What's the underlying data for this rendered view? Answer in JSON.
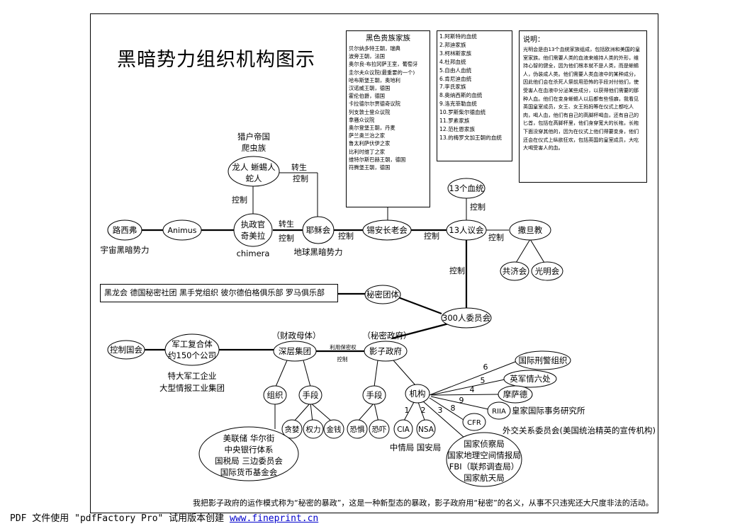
{
  "title": "黑暗势力组织机构图示",
  "families": {
    "heading": "黑色贵族家族",
    "items": [
      "贝尔纳多特王朝，瑞典",
      "波旁王朝，法国",
      "奥尔良-布拉冈萨王室，葡萄牙",
      "圭尔夫众议院(最重要的一个)",
      "哈布斯堡王朝，奥地利",
      "汉诺威王朝，德国",
      "霍伦伯爵，德国",
      "卡拉德尔尔贾德奇议院",
      "列支敦士登众议院",
      "拿骚众议院",
      "奥尔登堡王朝，丹麦",
      "萨兰奥兰治之家",
      "鲁太利萨伏伊之家",
      "比利时维丁之家",
      "维特尔斯巴赫王朝，德国",
      "符腾堡王朝，德国"
    ]
  },
  "bloodlines": [
    "1.阿斯特的血统",
    "2.邦迪家族",
    "3.柯林斯家族",
    "4.杜邦血统",
    "5.自由人血统",
    "6.肯尼迪血统",
    "7.李氏家族",
    "8.奥纳西斯的血统",
    "9.洛克菲勒血统",
    "10.罗斯柴尔德血统",
    "11.罗素家族",
    "12.范杜恩家族",
    "13.的梅罗文加王朝的血统"
  ],
  "note": {
    "heading": "说明：",
    "body": "光明会是由13个血统家族组成，包括欧洲和美国的皇室家族。他们需要人类的血液来维持人类的外形，维持心智的健全，因为他们根本就不是人类，而是蜥蜴人，伪装成人类。他们需要人类血液中的某种成分，因此他们会在杀死人祭前用恐怖的手段对付他们，使受害人在血液中分泌某些成分，以获得他们需要的那种人血。他们在变身蜥蜴人以后都有些怪癖，我看见英国皇室成员，女王、女王妈妈等在仪式上都吃人肉，喝人血，他们有自己的高脚杯喝血，还有自己的匕首，包括在高脚杯里，他们身穿宽大的长袍，长袍下面没穿其他的，因为在仪式上他们得要变身，他们还会在仪式上纵欲狂欢，包括英国的皇室成员，大吃大喝受害人的血。"
  },
  "nodes": {
    "lucifer": "路西弗",
    "universe": "宇宙黑暗势力",
    "animus": "Animus",
    "reptile_l1": "龙人  蜥蜴人",
    "reptile_l2": "蛇人",
    "hunter_l1": "猎户帝国",
    "hunter_l2": "爬虫族",
    "archon_l1": "执政官",
    "archon_l2": "奇美拉",
    "chimera": "chimera",
    "jesus": "耶稣会",
    "earth": "地球黑暗势力",
    "zion": "锡安长老会",
    "council13": "13人议会",
    "blood13": "13个血统",
    "satan": "撒旦教",
    "mason": "共济会",
    "illuminati": "光明会",
    "secret": "秘密团体",
    "committee300": "300人委员会",
    "deepstate_top": "（财政母体）",
    "deepstate": "深层集团",
    "shadow_top": "（秘密政府）",
    "shadow": "影子政府",
    "control_state": "控制国会",
    "mil_l1": "军工复合体",
    "mil_l2": "约150个公司",
    "mil_sub_l1": "特大军工企业",
    "mil_sub_l2": "大型情报工业集团",
    "org": "组织",
    "means1": "手段",
    "bribe": "贪婪",
    "power": "权力",
    "money": "金钱",
    "fin_l1": "美联储  华尔街",
    "fin_l2": "中央银行体系",
    "fin_l3": "国税局   三边委员会",
    "fin_l4": "国际货币基金会",
    "means2": "手段",
    "fear": "恐惧",
    "threat": "恐吓",
    "agency": "机构",
    "cia": "CIA",
    "cia_cn": "中情局",
    "nsa": "NSA",
    "nsa_cn": "国安局",
    "intel_l1": "国家侦察局",
    "intel_l2": "国家地理空间情报局",
    "intel_l3": "FBI（联邦调查局）",
    "intel_l4": "国家航天局",
    "interpol": "国际刑警组织",
    "mi6": "英军情六处",
    "mossad": "摩萨德",
    "riia": "RIIA",
    "riia_cn": "皇家国际事务研究所",
    "cfr": "CFR",
    "cfr_cn": "外交关系委员会(美国统治精英的宣传机构)"
  },
  "secret_orgs": "黑龙会  德国秘密社团  黑手党组织  彼尔德伯格俱乐部  罗马俱乐部",
  "edge_labels": {
    "control": "控制",
    "transfer": "转生",
    "use_secret_l1": "利用保密权",
    "use_secret_l2": "控制",
    "n1": "1",
    "n2": "2",
    "n3": "3",
    "n4": "4",
    "n5": "5",
    "n6": "6",
    "n8": "8",
    "n9": "9"
  },
  "footer": "我把影子政府的运作模式称为“秘密的暴政”，这是一种新型态的暴政，影子政府用“秘密”的名义，从事不只违宪还大尺度非法的活动。",
  "pdf_text": "PDF 文件使用 \"pdfFactory Pro\" 试用版本创建",
  "pdf_link": "www.fineprint.cn"
}
